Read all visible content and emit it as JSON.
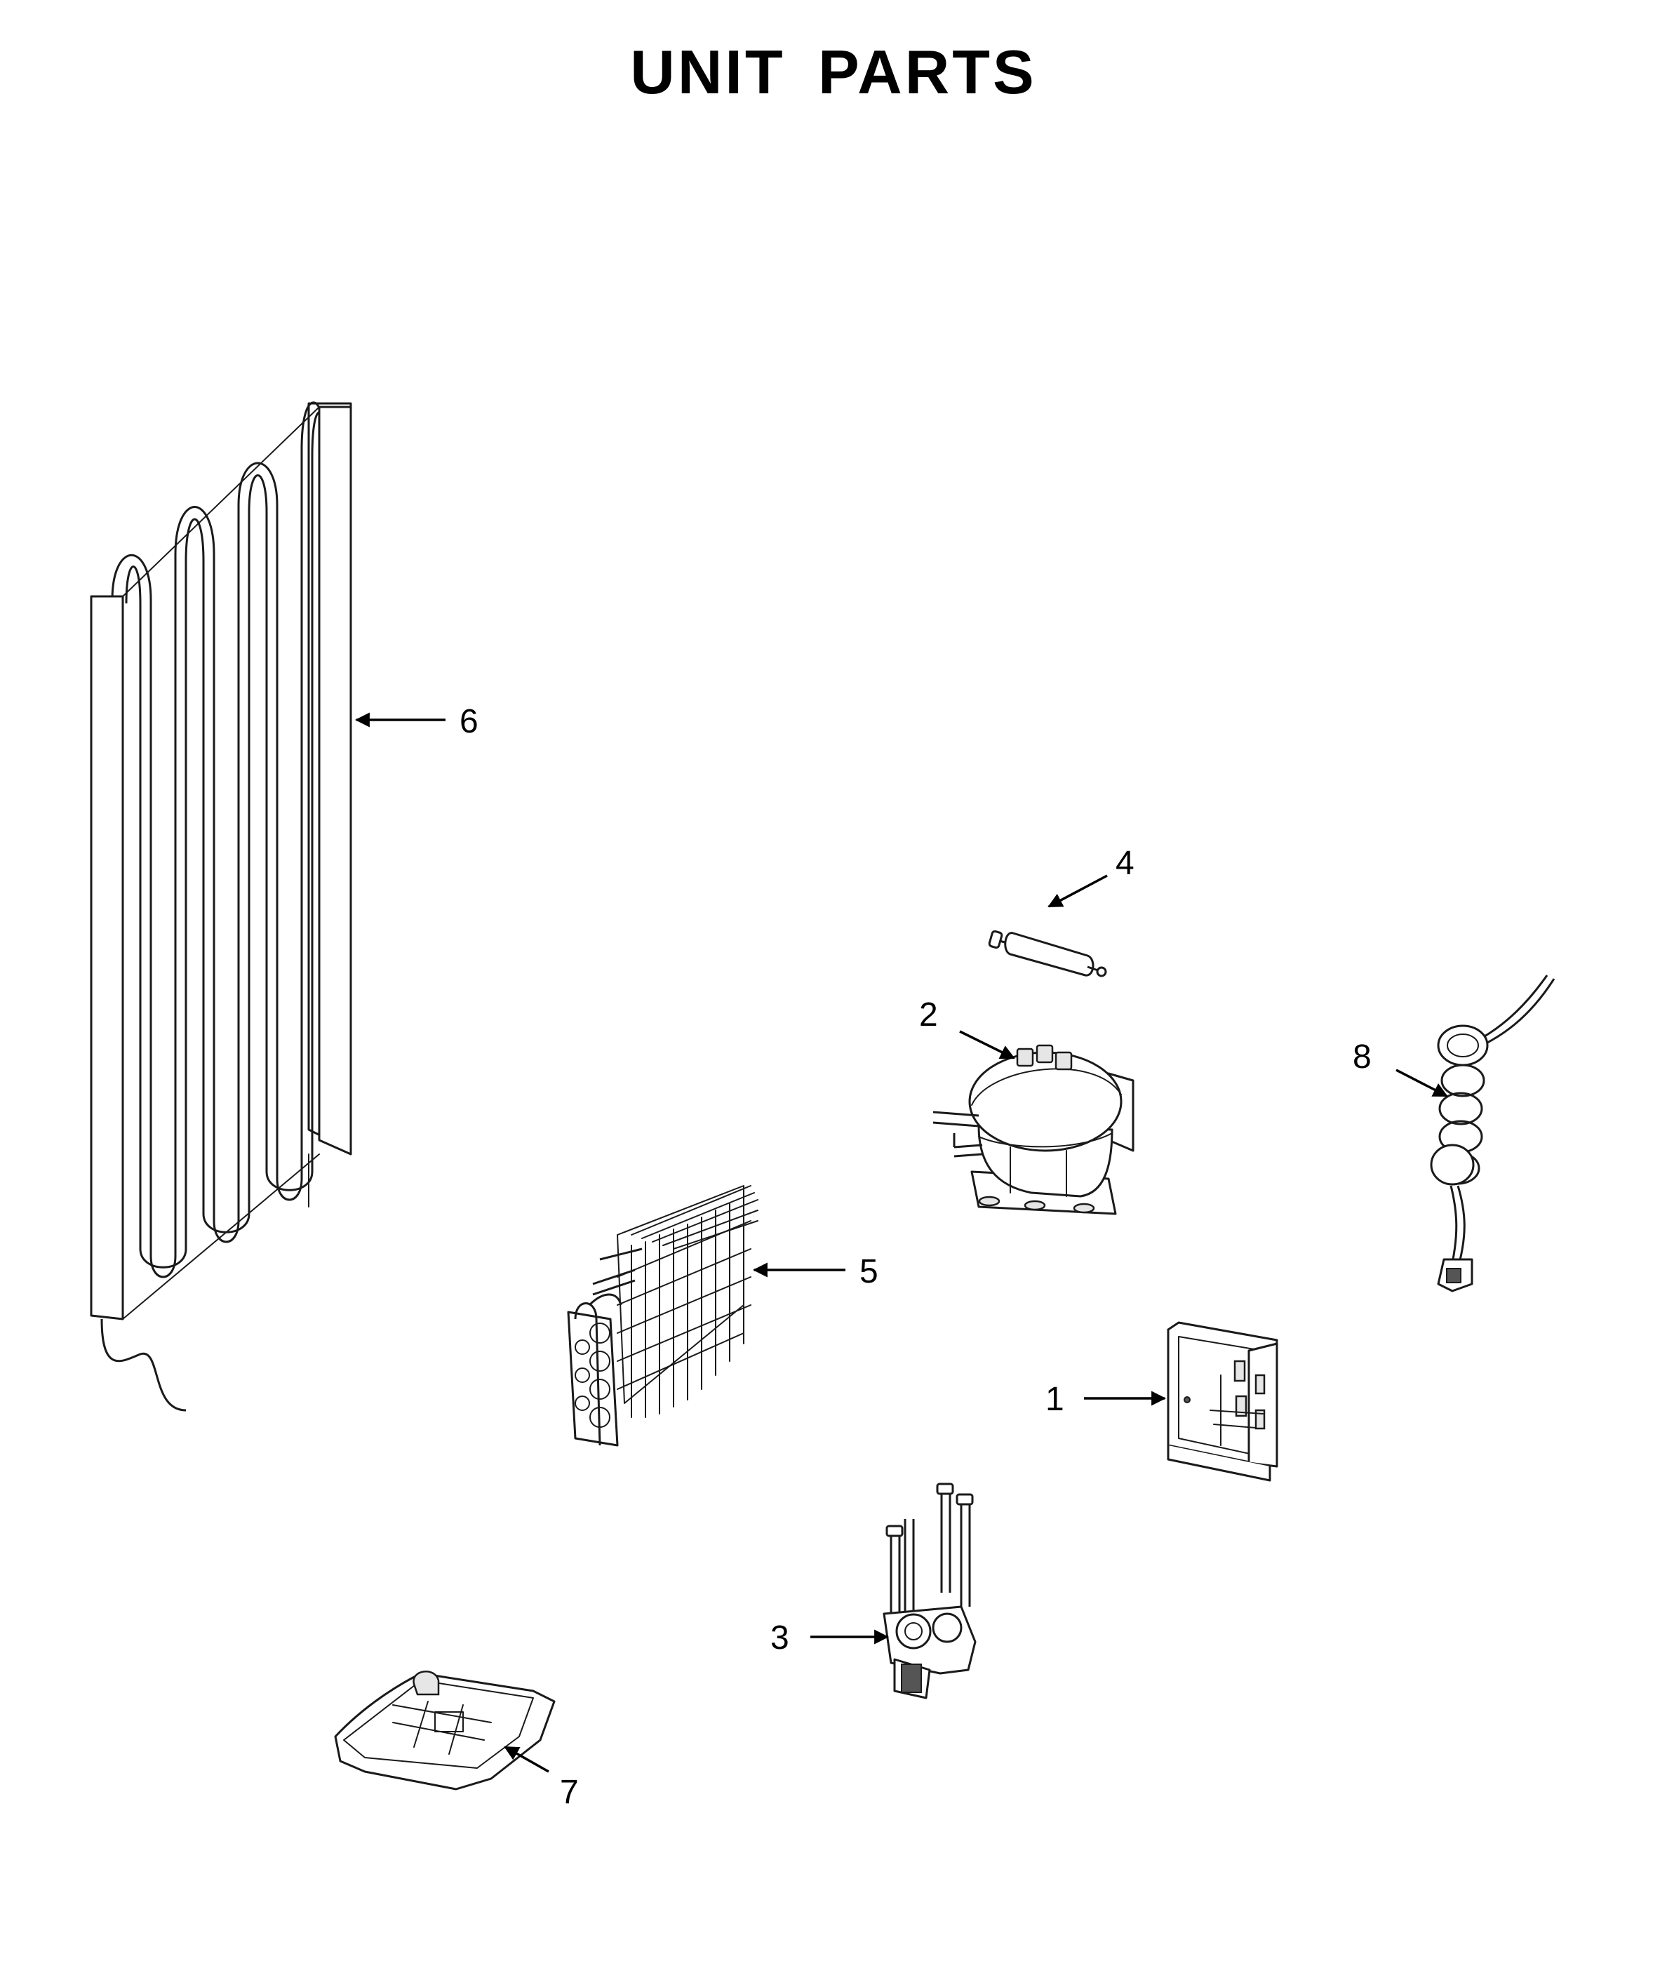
{
  "title": "UNIT PARTS",
  "callouts": [
    {
      "id": "1",
      "label": "1"
    },
    {
      "id": "2",
      "label": "2"
    },
    {
      "id": "3",
      "label": "3"
    },
    {
      "id": "4",
      "label": "4"
    },
    {
      "id": "5",
      "label": "5"
    },
    {
      "id": "6",
      "label": "6"
    },
    {
      "id": "7",
      "label": "7"
    },
    {
      "id": "8",
      "label": "8"
    }
  ]
}
